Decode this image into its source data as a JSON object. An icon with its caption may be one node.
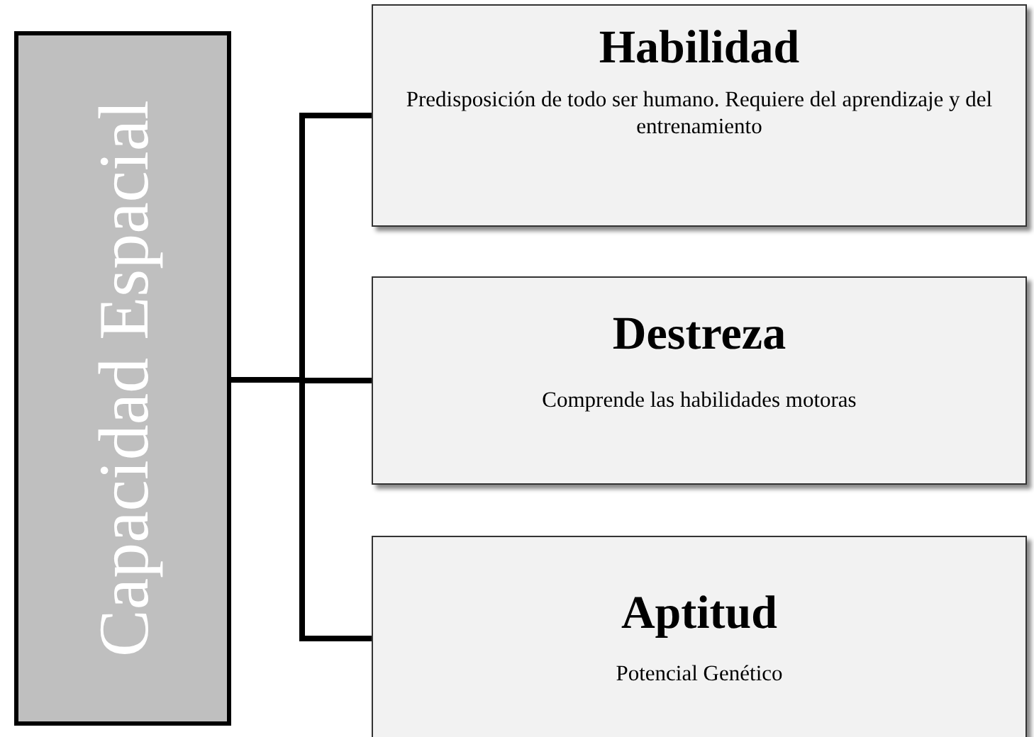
{
  "diagram": {
    "nodes": [
      {
        "text": [
          "Capacidad Espacial"
        ]
      },
      {
        "text": [
          "Habilidad",
          "Predisposición de todo ser humano. Requiere del aprendizaje y del entrenamiento"
        ]
      },
      {
        "text": [
          "Destreza",
          "Comprende las habilidades motoras"
        ]
      },
      {
        "text": [
          "Aptitud",
          "Potencial Genético"
        ]
      }
    ],
    "edges": [
      {
        "from": 0,
        "to": 1,
        "arrow": "none"
      },
      {
        "from": 0,
        "to": 2,
        "arrow": "none"
      },
      {
        "from": 0,
        "to": 3,
        "arrow": "none"
      }
    ]
  }
}
